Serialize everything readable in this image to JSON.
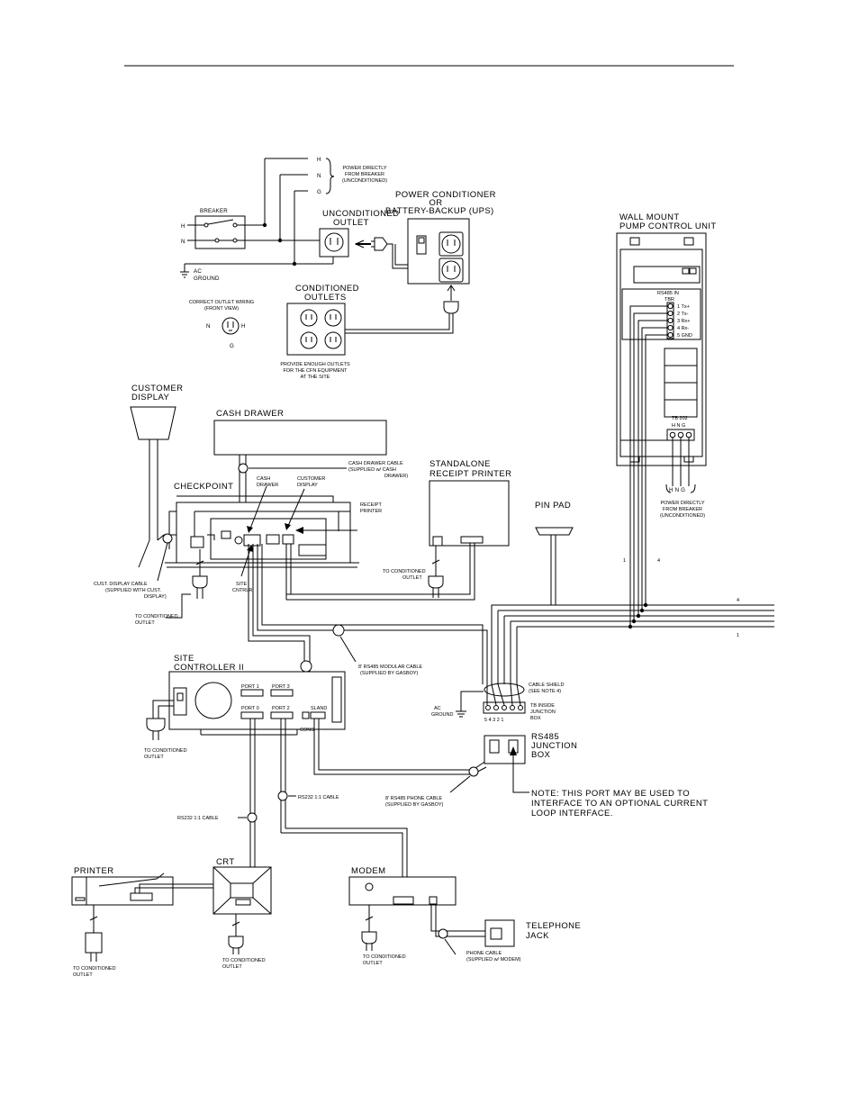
{
  "power": {
    "h": "H",
    "n": "N",
    "g": "G",
    "direct_note": [
      "POWER DIRECTLY",
      "FROM BREAKER",
      "(UNCONDITIONED)"
    ],
    "breaker": "BREAKER",
    "breaker_h": "H",
    "breaker_n": "N",
    "unconditioned_outlet": [
      "UNCONDITIONED",
      "OUTLET"
    ],
    "ups": [
      "POWER CONDITIONER",
      "OR",
      "BATTERY-BACKUP (UPS)"
    ],
    "ac_ground": [
      "AC",
      "GROUND"
    ],
    "conditioned_outlets": [
      "CONDITIONED",
      "OUTLETS"
    ],
    "correct_wiring": [
      "CORRECT OUTLET WIRING",
      "(FRONT VIEW)"
    ],
    "wiring_n": "N",
    "wiring_h": "H",
    "wiring_g": "G",
    "provide_note": [
      "PROVIDE ENOUGH OUTLETS",
      "FOR THE CFN EQUIPMENT",
      "AT THE SITE"
    ]
  },
  "pump_unit": {
    "title": [
      "WALL MOUNT",
      "PUMP CONTROL UNIT"
    ],
    "rs485_header": [
      "RS485 IN",
      "TBR"
    ],
    "terminals": [
      "1  Tx+",
      "2  Tx-",
      "3  Rx+",
      "4  Rx-",
      "5  GND"
    ],
    "tb202": "TB 202",
    "hng": "H  N  G",
    "bottom_hng": "H N G",
    "direct_note": [
      "POWER DIRECTLY",
      "FROM BREAKER",
      "(UNCONDITIONED)"
    ],
    "wire_1": "1",
    "wire_4": "4",
    "bus_4": "4",
    "bus_1": "1"
  },
  "checkpoint": {
    "customer_display": [
      "CUSTOMER",
      "DISPLAY"
    ],
    "cash_drawer": "CASH DRAWER",
    "cash_drawer_cable": [
      "CASH DRAWER CABLE",
      "(SUPPLIED w/ CASH",
      "DRAWER)"
    ],
    "checkpoint_label": "CHECKPOINT",
    "cash_drawer_port": [
      "CASH",
      "DRAWER"
    ],
    "customer_display_port": [
      "CUSTOMER",
      "DISPLAY"
    ],
    "receipt_printer_port": [
      "RECEIPT",
      "PRINTER"
    ],
    "standalone_printer": [
      "STANDALONE",
      "RECEIPT PRINTER"
    ],
    "to_conditioned_outlet": [
      "TO CONDITIONED",
      "OUTLET"
    ],
    "pin_pad": "PIN PAD",
    "cust_display_cable": [
      "CUST. DISPLAY CABLE",
      "(SUPPLIED WITH CUST.",
      "DISPLAY)"
    ],
    "site_cntrlr": [
      "SITE",
      "CNTRLR"
    ],
    "to_conditioned_outlet_2": [
      "TO CONDITIONED",
      "OUTLET"
    ]
  },
  "controller": {
    "title": [
      "SITE",
      "CONTROLLER II"
    ],
    "port1": "PORT 1",
    "port3": "PORT 3",
    "port0": "PORT 0",
    "port2": "PORT 2",
    "sland": "SLAND",
    "cons": "CONS",
    "modular_cable": [
      "8' RS485 MODULAR CABLE",
      "(SUPPLIED BY GASBOY)"
    ],
    "to_conditioned_outlet": [
      "TO CONDITIONED",
      "OUTLET"
    ],
    "rs232_cable_a": "RS232 1:1 CABLE",
    "rs232_cable_b": "RS232 1:1 CABLE"
  },
  "junction": {
    "cable_shield": [
      "CABLE SHIELD",
      "(SEE NOTE 4)"
    ],
    "ac_ground": [
      "AC",
      "GROUND"
    ],
    "tb_inside": [
      "TB INSIDE",
      "JUNCTION",
      "BOX"
    ],
    "terminal_numbers": "5  4  3  2  1",
    "rs485_junction": [
      "RS485",
      "JUNCTION",
      "BOX"
    ],
    "phone_cable": [
      "8' RS485 PHONE CABLE",
      "(SUPPLIED BY GASBOY)"
    ],
    "note": [
      "NOTE:  THIS PORT MAY BE USED TO",
      "INTERFACE TO AN OPTIONAL CURRENT",
      "LOOP INTERFACE."
    ]
  },
  "peripherals": {
    "printer": "PRINTER",
    "crt": "CRT",
    "modem": "MODEM",
    "telephone_jack": [
      "TELEPHONE",
      "JACK"
    ],
    "printer_outlet": [
      "TO CONDITIONED",
      "OUTLET"
    ],
    "crt_outlet": [
      "TO CONDITIONED",
      "OUTLET"
    ],
    "modem_outlet": [
      "TO CONDITIONED",
      "OUTLET"
    ],
    "phone_cable": [
      "PHONE CABLE",
      "(SUPPLIED w/ MODEM)"
    ]
  }
}
